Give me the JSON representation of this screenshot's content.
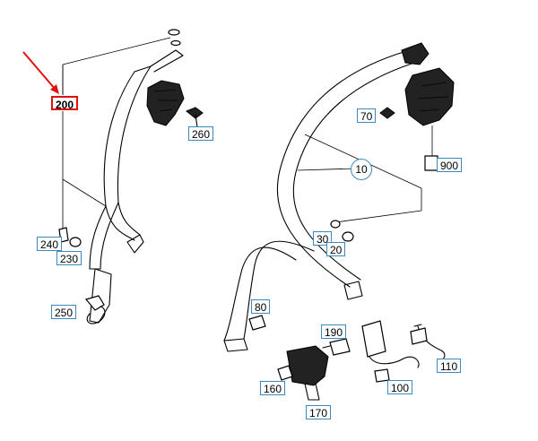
{
  "callouts": [
    {
      "id": "200",
      "label": "200",
      "highlight": true
    },
    {
      "id": "260",
      "label": "260"
    },
    {
      "id": "240",
      "label": "240"
    },
    {
      "id": "230",
      "label": "230"
    },
    {
      "id": "250",
      "label": "250"
    },
    {
      "id": "70",
      "label": "70"
    },
    {
      "id": "900",
      "label": "900"
    },
    {
      "id": "10",
      "label": "10",
      "circled": true
    },
    {
      "id": "30",
      "label": "30"
    },
    {
      "id": "20",
      "label": "20"
    },
    {
      "id": "80",
      "label": "80"
    },
    {
      "id": "190",
      "label": "190"
    },
    {
      "id": "110",
      "label": "110"
    },
    {
      "id": "100",
      "label": "100"
    },
    {
      "id": "160",
      "label": "160"
    },
    {
      "id": "170",
      "label": "170"
    }
  ],
  "colors": {
    "label_border": "#3a8ac0",
    "highlight_border": "#e01010",
    "arrow": "#e01010",
    "line": "#000000"
  }
}
